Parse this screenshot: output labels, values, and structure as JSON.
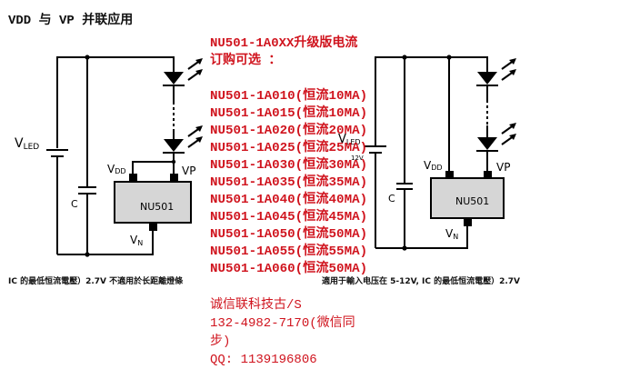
{
  "title": "VDD 与 VP 并联应用",
  "order_info": {
    "heading_line1": "NU501-1A0XX升级版电流",
    "heading_line2": "订购可选  ：",
    "models": [
      "NU501-1A010(恒流10MA)",
      "NU501-1A015(恒流10MA)",
      "NU501-1A020(恒流20MA)",
      "NU501-1A025(恒流25MA)",
      "NU501-1A030(恒流30MA)",
      "NU501-1A035(恒流35MA)",
      "NU501-1A040(恒流40MA)",
      "NU501-1A045(恒流45MA)",
      "NU501-1A050(恒流50MA)",
      "NU501-1A055(恒流55MA)",
      "NU501-1A060(恒流50MA)"
    ]
  },
  "contact": {
    "company": "诚信联科技古/S",
    "phone_line1": "132-4982-7170(微信同",
    "phone_line2": "步)",
    "qq": "QQ: 1139196806"
  },
  "notes": {
    "left": "IC 的最低恒流電壓）2.7V 不適用於长距離燈條",
    "right": "適用于輸入电压在 5-12V, IC 的最低恒流電壓）2.7V"
  },
  "circuit_left": {
    "supply_label": "V",
    "supply_sub": "LED",
    "cap_label": "C",
    "chip_label": "NU501",
    "pin_vdd": "V",
    "pin_vdd_sub": "DD",
    "pin_vp": "VP",
    "pin_vn": "V",
    "pin_vn_sub": "N"
  },
  "circuit_right": {
    "supply_label": "V",
    "supply_sub": "LED",
    "supply_value": "12V",
    "cap_label": "C",
    "chip_label": "NU501",
    "pin_vdd": "V",
    "pin_vdd_sub": "DD",
    "pin_vp": "VP",
    "pin_vn": "V",
    "pin_vn_sub": "N"
  },
  "colors": {
    "accent_red": "#d0141e",
    "chip_fill": "#d6d6d6"
  }
}
